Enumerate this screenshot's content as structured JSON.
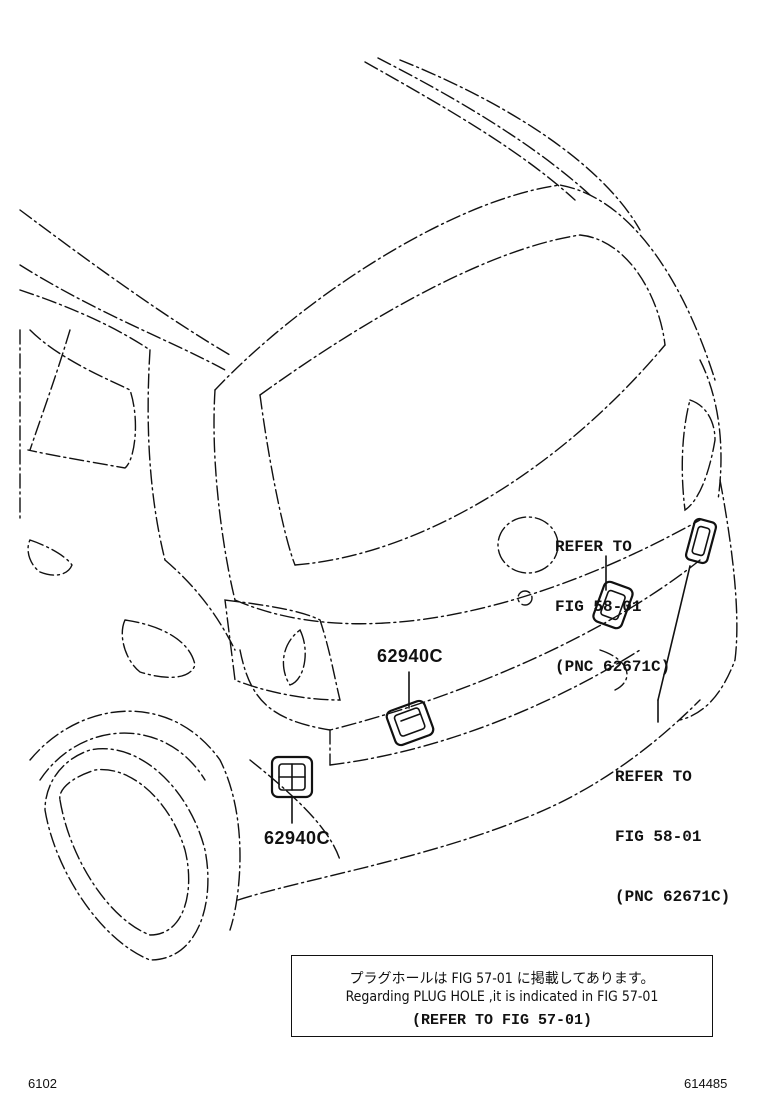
{
  "callouts": {
    "upper_refer": [
      "REFER TO",
      "FIG 58-01",
      "(PNC 62671C)"
    ],
    "lower_refer": [
      "REFER TO",
      "FIG 58-01",
      "(PNC 62671C)"
    ]
  },
  "parts": {
    "upper_part_number": "62940C",
    "lower_part_number": "62940C"
  },
  "note": {
    "japanese": "プラグホールは FIG 57-01 に掲載してあります。",
    "english": "Regarding PLUG HOLE ,it is indicated in FIG 57-01",
    "reference": "(REFER TO FIG 57-01)"
  },
  "footer": {
    "left_code": "6102",
    "right_code": "614485"
  }
}
